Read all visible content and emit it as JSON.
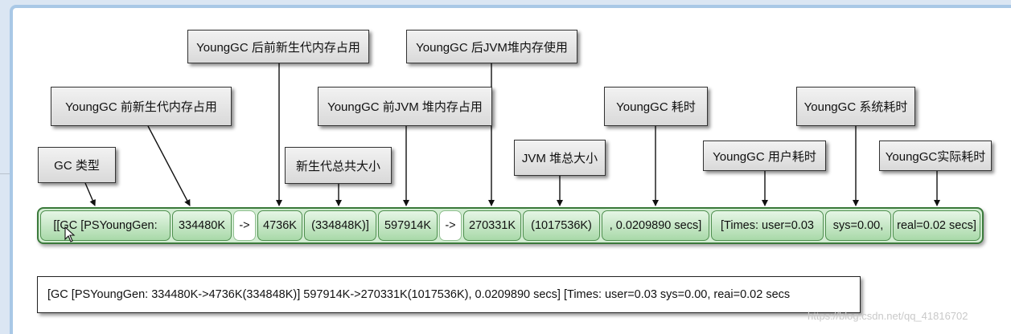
{
  "callouts": {
    "gc_type": "GC 类型",
    "young_before": "YoungGC 前新生代内存占用",
    "young_after": "YoungGC 后前新生代内存占用",
    "young_total": "新生代总共大小",
    "heap_before": "YoungGC 前JVM 堆内存占用",
    "heap_after": "YoungGC 后JVM堆内存使用",
    "heap_total": "JVM 堆总大小",
    "gc_time": "YoungGC 耗时",
    "user_time": "YoungGC 用户耗时",
    "sys_time": "YoungGC 系统耗时",
    "real_time": "YoungGC实际耗时"
  },
  "segments": {
    "gc_label": "[[GC [PSYoungGen:",
    "young_before": "334480K",
    "arrow1": "->",
    "young_after": "4736K",
    "young_total": "(334848K)]",
    "heap_before": "597914K",
    "arrow2": "->",
    "heap_after": "270331K",
    "heap_total": "(1017536K)",
    "gc_time": ", 0.0209890 secs]",
    "user_time": "[Times: user=0.03",
    "sys_time": "sys=0.00,",
    "real_time": "real=0.02 secs]"
  },
  "full_log_line": "[GC [PSYoungGen: 334480K->4736K(334848K)] 597914K->270331K(1017536K), 0.0209890 secs] [Times: user=0.03 sys=0.00, reai=0.02 secs",
  "watermark": "https://blog.csdn.net/qq_41816702",
  "colors": {
    "segment_green": "#a9d9a9",
    "bar_border": "#3b7a3b",
    "frame_blue": "#a9c8e6"
  }
}
